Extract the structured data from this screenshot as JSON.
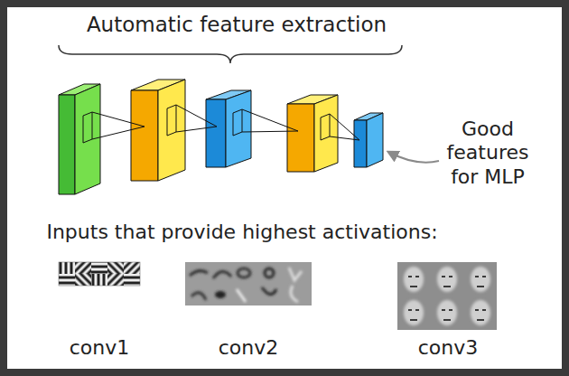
{
  "diagram": {
    "labels": [
      "Automatic feature extraction",
      "Good features for MLP",
      "Inputs that provide highest activations:",
      "conv1",
      "conv2",
      "conv3"
    ]
  }
}
